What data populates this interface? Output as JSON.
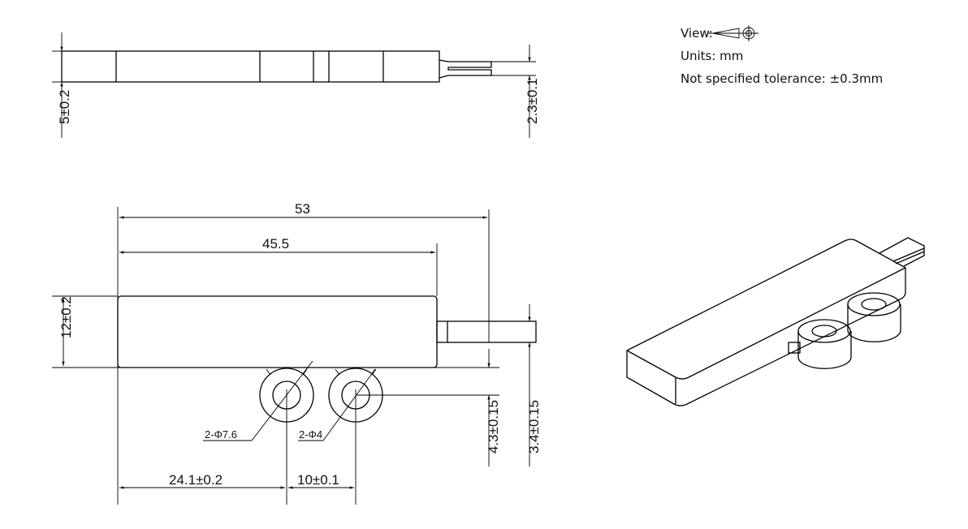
{
  "legend": {
    "view_label": "View:",
    "units": "Units: mm",
    "tolerance": "Not specified tolerance: ±0.3mm"
  },
  "top_view": {
    "thickness": "5±0.2",
    "pin_thickness": "2.3±0.1"
  },
  "front_view": {
    "overall_length": "53",
    "body_length": "45.5",
    "body_height": "12±0.2",
    "outer_diameter": "2-Φ7.6",
    "inner_diameter": "2-Φ4",
    "hole_offset_x": "24.1±0.2",
    "hole_spacing": "10±0.1",
    "hole_offset_y": "4.3±0.15",
    "pin_offset_y": "3.4±0.15"
  }
}
